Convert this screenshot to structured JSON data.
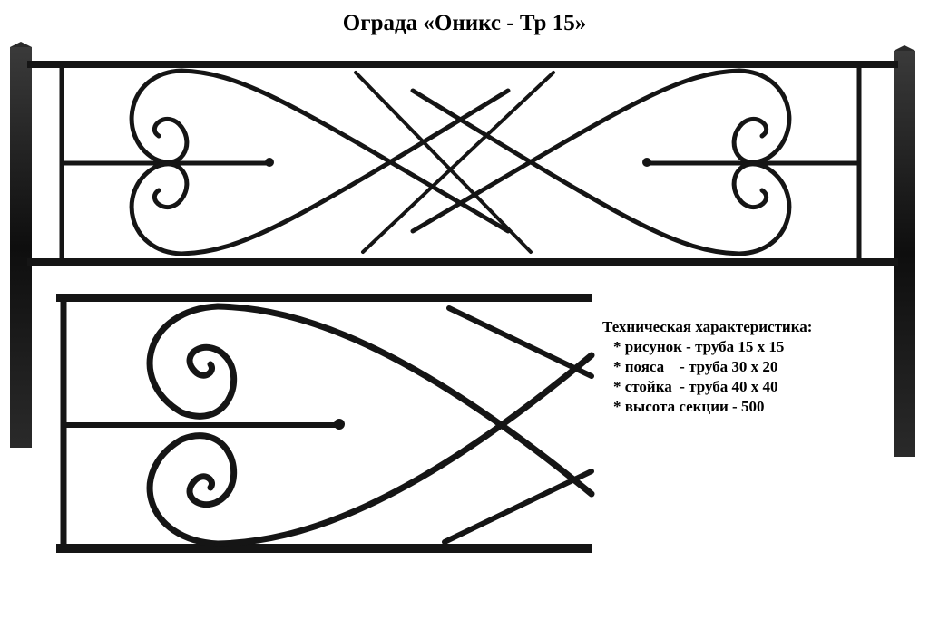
{
  "title": "Ограда «Оникс - Тр 15»",
  "specs": {
    "heading": "Техническая характеристика:",
    "items": [
      "* рисунок - труба 15 х 15",
      "* пояса    - труба 30 х 20",
      "* стойка  - труба 40 х 40",
      "* высота секции - 500"
    ]
  },
  "colors": {
    "metal": "#151515",
    "background": "#ffffff"
  }
}
